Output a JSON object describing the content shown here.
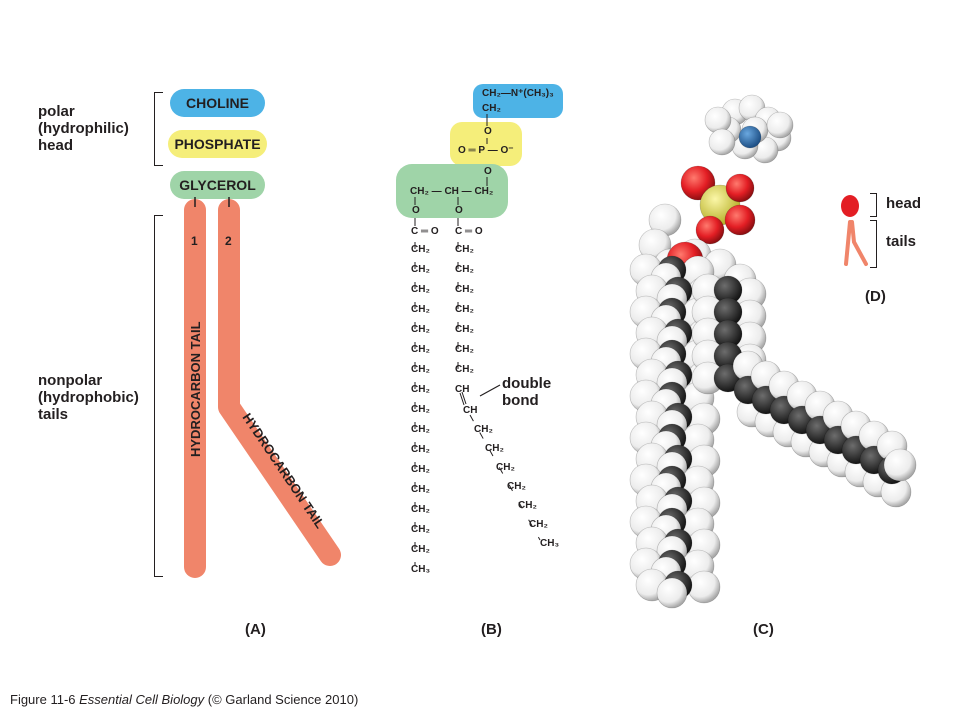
{
  "panel_a": {
    "head_label": [
      "polar",
      "(hydrophilic)",
      "head"
    ],
    "tail_label": [
      "nonpolar",
      "(hydrophobic)",
      "tails"
    ],
    "choline": "CHOLINE",
    "phosphate": "PHOSPHATE",
    "glycerol": "GLYCEROL",
    "tail1_number": "1",
    "tail2_number": "2",
    "tail1_text": "HYDROCARBON TAIL",
    "tail2_text": "HYDROCARBON TAIL",
    "letter": "(A)"
  },
  "panel_b": {
    "choline_formula": "CH₂—N⁺(CH₃)₃",
    "choline_ch2": "CH₂",
    "phosphate_o_top": "O",
    "phosphate_center": "O ═ P — O⁻",
    "phosphate_o_bottom": "O",
    "glycerol_formula": "CH₂ — CH — CH₂",
    "ester_o": [
      "O",
      "O"
    ],
    "carbonyl": [
      "C ═ O",
      "C ═ O"
    ],
    "chain1": [
      "CH₂",
      "CH₂",
      "CH₂",
      "CH₂",
      "CH₂",
      "CH₂",
      "CH₂",
      "CH₂",
      "CH₂",
      "CH₂",
      "CH₂",
      "CH₂",
      "CH₂",
      "CH₂",
      "CH₂",
      "CH₂",
      "CH₃"
    ],
    "chain2_straight": [
      "CH₂",
      "CH₂",
      "CH₂",
      "CH₂",
      "CH₂",
      "CH₂",
      "CH₂",
      "CH"
    ],
    "chain2_bent": [
      "CH",
      "CH₂",
      "CH₂",
      "CH₂",
      "CH₂",
      "CH₂",
      "CH₂",
      "CH₃"
    ],
    "double_bond_label": [
      "double",
      "bond"
    ],
    "letter": "(B)"
  },
  "panel_c": {
    "letter": "(C)"
  },
  "panel_d": {
    "head_label": "head",
    "tails_label": "tails",
    "letter": "(D)"
  },
  "caption": {
    "figure": "Figure 11-6",
    "source": "Essential Cell Biology",
    "copyright": "(© Garland Science 2010)"
  },
  "colors": {
    "choline": "#4db3e6",
    "phosphate": "#f5ee7a",
    "glycerol": "#9fd4a8",
    "tail": "#f0856a",
    "oxygen": "#e31e24",
    "phosphorus": "#e7e043",
    "nitrogen": "#2a6fb5",
    "carbon": "#2b2b2b",
    "hydrogen": "#f4f4f4"
  }
}
